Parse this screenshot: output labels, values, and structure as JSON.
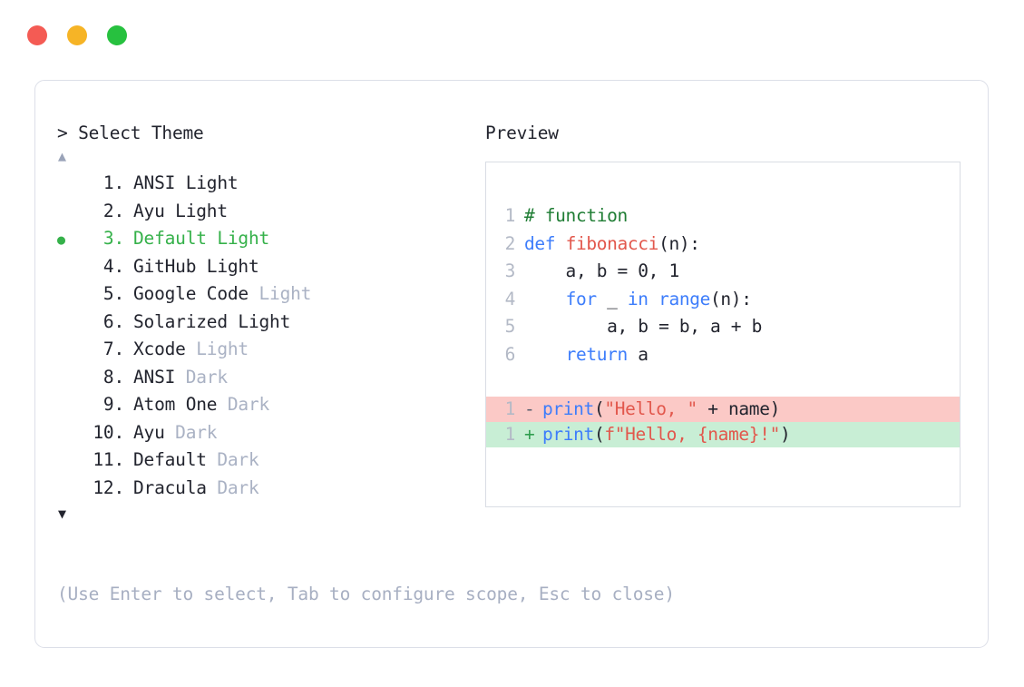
{
  "window": {
    "controls": [
      {
        "name": "close",
        "color": "#f45b54"
      },
      {
        "name": "minimize",
        "color": "#f6b426"
      },
      {
        "name": "zoom",
        "color": "#27c13f"
      }
    ]
  },
  "prompt": {
    "title": "> Select Theme",
    "scroll_up_glyph": "▲",
    "scroll_down_glyph": "▼",
    "selected_bullet": "●",
    "selected_index": 3,
    "help_text": "(Use Enter to select, Tab to configure scope, Esc to close)"
  },
  "themes": [
    {
      "number": "1.",
      "name": "ANSI",
      "variant": "Light",
      "variant_dim": false,
      "selected": false
    },
    {
      "number": "2.",
      "name": "Ayu",
      "variant": "Light",
      "variant_dim": false,
      "selected": false
    },
    {
      "number": "3.",
      "name": "Default",
      "variant": "Light",
      "variant_dim": false,
      "selected": true
    },
    {
      "number": "4.",
      "name": "GitHub",
      "variant": "Light",
      "variant_dim": false,
      "selected": false
    },
    {
      "number": "5.",
      "name": "Google Code",
      "variant": "Light",
      "variant_dim": true,
      "selected": false
    },
    {
      "number": "6.",
      "name": "Solarized",
      "variant": "Light",
      "variant_dim": false,
      "selected": false
    },
    {
      "number": "7.",
      "name": "Xcode",
      "variant": "Light",
      "variant_dim": true,
      "selected": false
    },
    {
      "number": "8.",
      "name": "ANSI",
      "variant": "Dark",
      "variant_dim": true,
      "selected": false
    },
    {
      "number": "9.",
      "name": "Atom One",
      "variant": "Dark",
      "variant_dim": true,
      "selected": false
    },
    {
      "number": "10.",
      "name": "Ayu",
      "variant": "Dark",
      "variant_dim": true,
      "selected": false
    },
    {
      "number": "11.",
      "name": "Default",
      "variant": "Dark",
      "variant_dim": true,
      "selected": false
    },
    {
      "number": "12.",
      "name": "Dracula",
      "variant": "Dark",
      "variant_dim": true,
      "selected": false
    }
  ],
  "preview": {
    "title": "Preview",
    "code_lines": [
      {
        "num": "1",
        "tokens": [
          {
            "t": "# function",
            "c": "comment"
          }
        ]
      },
      {
        "num": "2",
        "tokens": [
          {
            "t": "def ",
            "c": "keyword"
          },
          {
            "t": "fibonacci",
            "c": "func"
          },
          {
            "t": "(n):",
            "c": "plain"
          }
        ]
      },
      {
        "num": "3",
        "tokens": [
          {
            "t": "    a, b = 0, 1",
            "c": "plain"
          }
        ]
      },
      {
        "num": "4",
        "tokens": [
          {
            "t": "    ",
            "c": "plain"
          },
          {
            "t": "for",
            "c": "keyword"
          },
          {
            "t": " _ ",
            "c": "plain"
          },
          {
            "t": "in",
            "c": "keyword"
          },
          {
            "t": " ",
            "c": "plain"
          },
          {
            "t": "range",
            "c": "builtin"
          },
          {
            "t": "(n):",
            "c": "plain"
          }
        ]
      },
      {
        "num": "5",
        "tokens": [
          {
            "t": "        a, b = b, a + b",
            "c": "plain"
          }
        ]
      },
      {
        "num": "6",
        "tokens": [
          {
            "t": "    ",
            "c": "plain"
          },
          {
            "t": "return",
            "c": "keyword"
          },
          {
            "t": " a",
            "c": "plain"
          }
        ]
      }
    ],
    "diff_lines": [
      {
        "num": "1",
        "sign": "-",
        "kind": "del",
        "tokens": [
          {
            "t": "print",
            "c": "builtin"
          },
          {
            "t": "(",
            "c": "plain"
          },
          {
            "t": "\"Hello, \"",
            "c": "string"
          },
          {
            "t": " + name)",
            "c": "plain"
          }
        ]
      },
      {
        "num": "1",
        "sign": "+",
        "kind": "add",
        "tokens": [
          {
            "t": "print",
            "c": "builtin"
          },
          {
            "t": "(",
            "c": "plain"
          },
          {
            "t": "f\"Hello, {name}!\"",
            "c": "string"
          },
          {
            "t": ")",
            "c": "plain"
          }
        ]
      }
    ]
  }
}
